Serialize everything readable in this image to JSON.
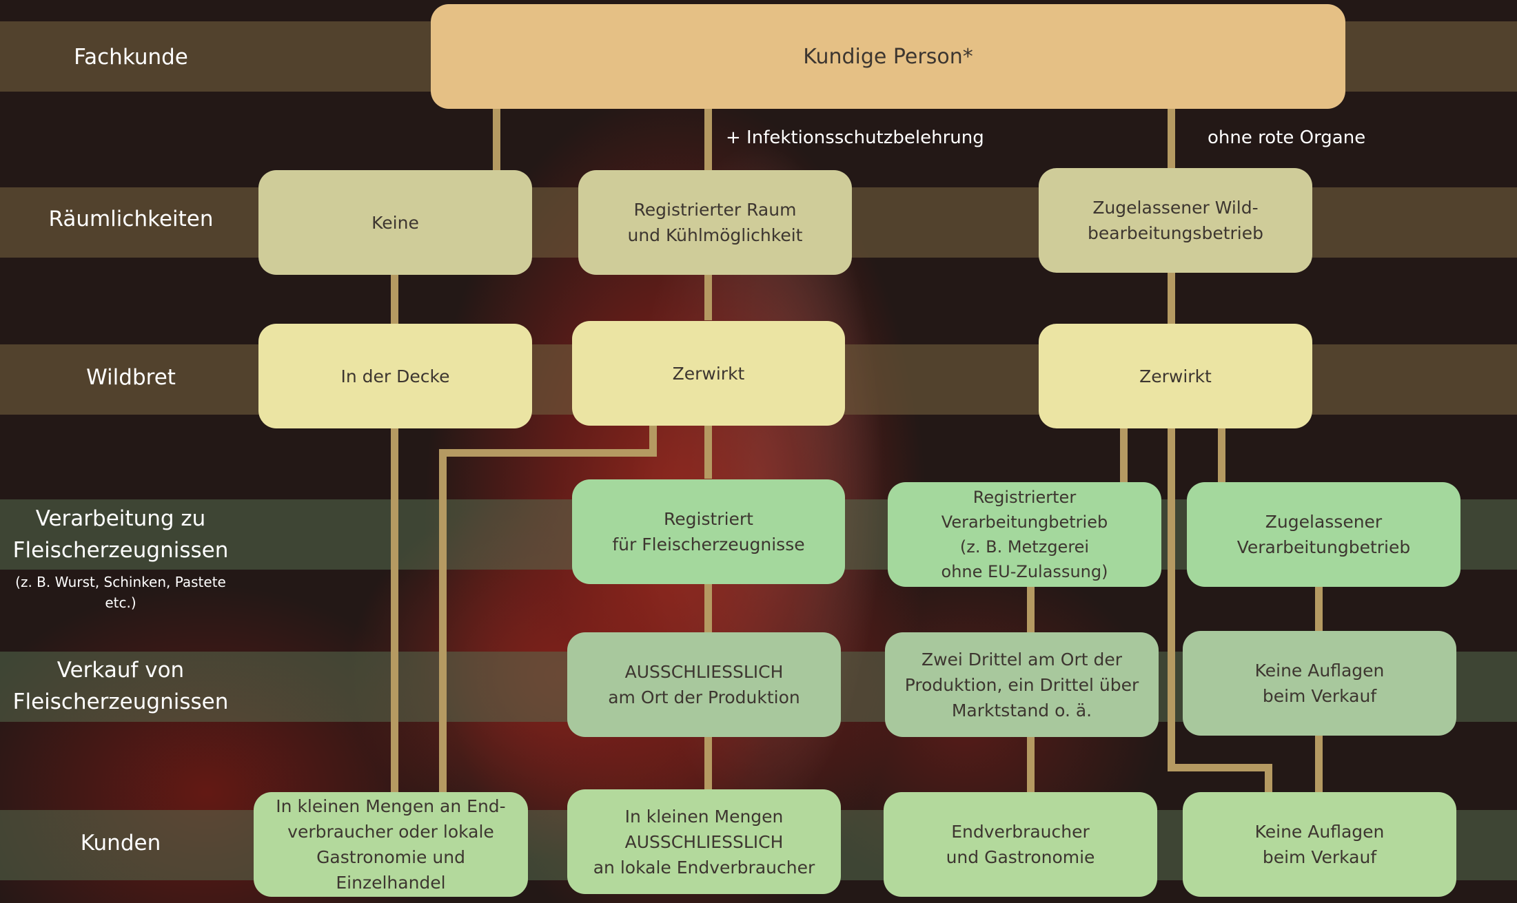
{
  "rows": {
    "fachkunde": "Fachkunde",
    "raeumlichkeiten": "Räumlichkeiten",
    "wildbret": "Wildbret",
    "verarbeitung": "Verarbeitung zu\nFleischerzeugnissen",
    "verarbeitung_sub": "(z. B. Wurst, Schinken, Pastete etc.)",
    "verkauf": "Verkauf von\nFleischerzeugnissen",
    "kunden": "Kunden"
  },
  "notes": {
    "infektionsschutz": "+ Infektionsschutzbelehrung",
    "ohne_organe": "ohne rote Organe"
  },
  "boxes": {
    "kundige_person": "Kundige Person*",
    "raum_keine": "Keine",
    "raum_registriert": "Registrierter Raum\nund Kühlmöglichkeit",
    "raum_zugelassen": "Zugelassener Wild-\nbearbeitungsbetrieb",
    "wild_decke": "In der Decke",
    "wild_zerwirkt_1": "Zerwirkt",
    "wild_zerwirkt_2": "Zerwirkt",
    "proc_registriert": "Registriert\nfür Fleischerzeugnisse",
    "proc_registrierter_betrieb": "Registrierter\nVerarbeitungbetrieb\n(z. B. Metzgerei\nohne EU-Zulassung)",
    "proc_zugelassen": "Zugelassener\nVerarbeitungbetrieb",
    "sale_ausschliesslich": "AUSSCHLIESSLICH\nam Ort der Produktion",
    "sale_zwei_drittel": "Zwei Drittel am Ort der\nProduktion, ein Drittel über\nMarktstand o. ä.",
    "sale_keine_auflagen": "Keine Auflagen\nbeim Verkauf",
    "cust_kleine_mengen": "In kleinen Mengen an End-\nverbraucher oder lokale\nGastronomie und Einzelhandel",
    "cust_lokal": "In kleinen Mengen\nAUSSCHLIESSLICH\nan lokale Endverbraucher",
    "cust_endverbraucher": "Endverbraucher\nund Gastronomie",
    "cust_keine_auflagen": "Keine Auflagen\nbeim Verkauf"
  },
  "colors": {
    "connector": "#b59a62",
    "top_box": "#e5c085",
    "room_box": "#cfcc99",
    "wild_box": "#ebe4a3",
    "processing_box": "#a4d89d",
    "sale_box": "#a8c89d",
    "customer_box": "#b3d99c"
  }
}
